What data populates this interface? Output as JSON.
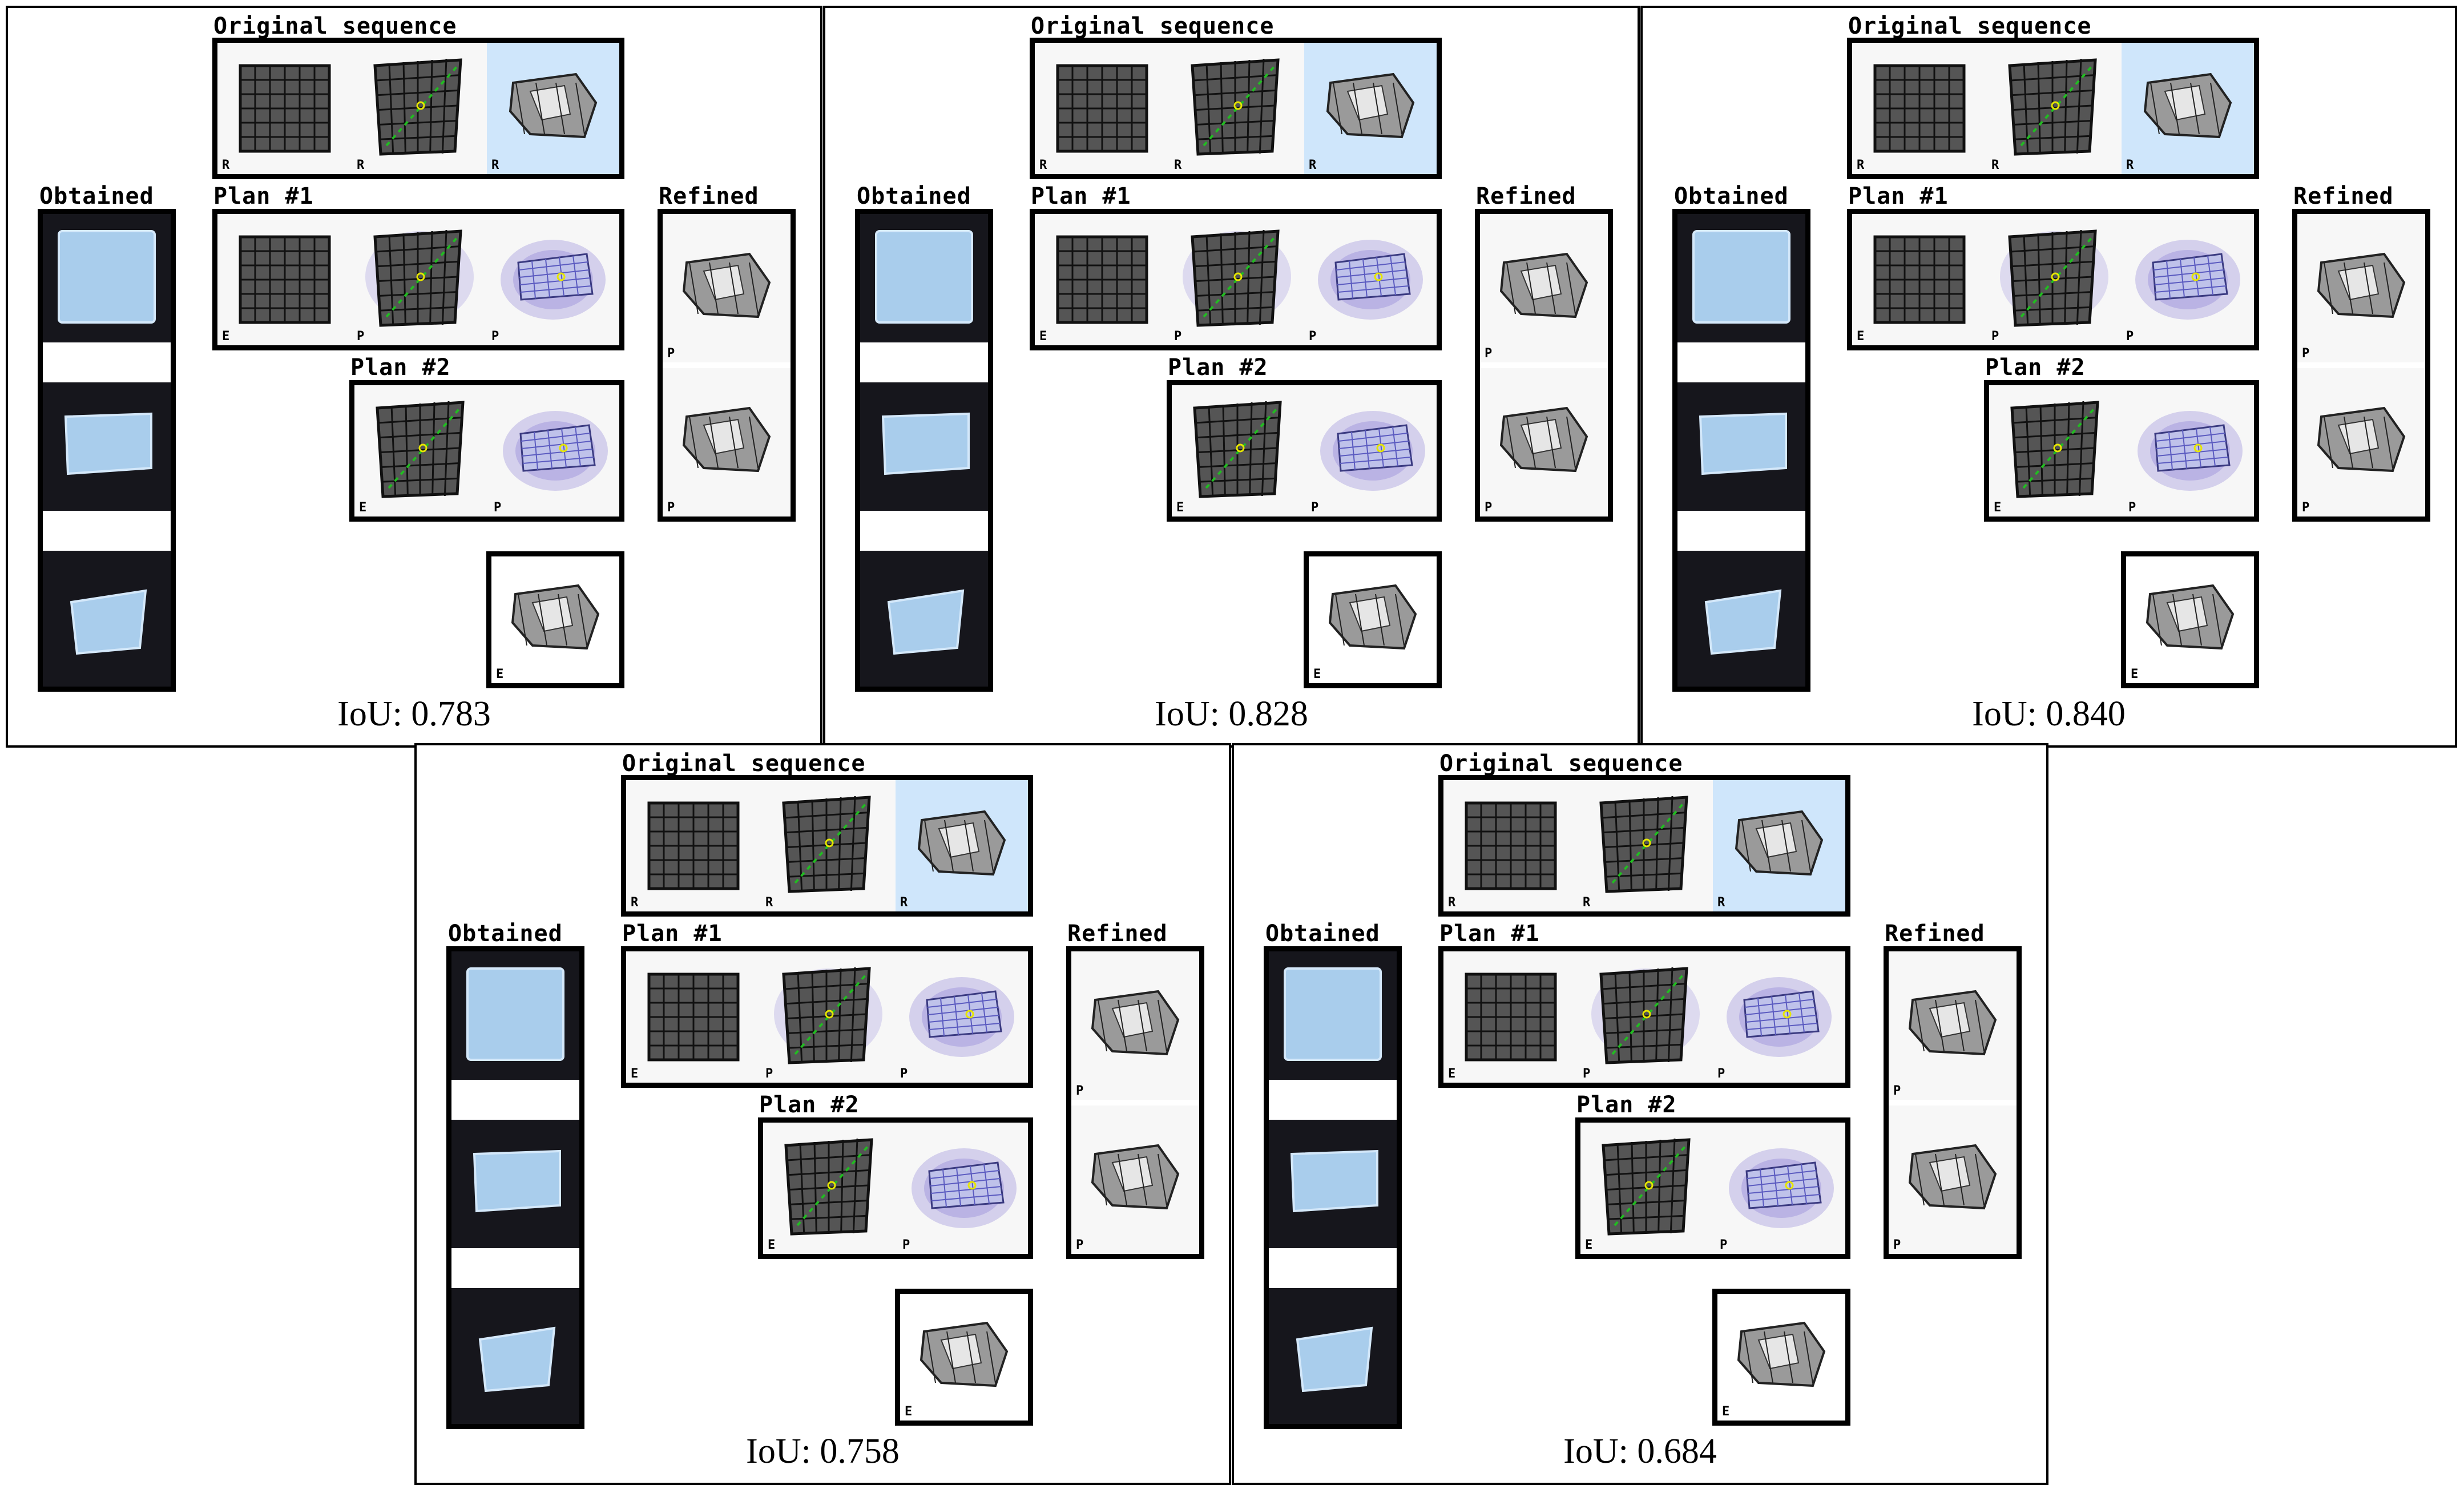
{
  "headings": {
    "original": "Original sequence",
    "obtained": "Obtained",
    "plan1": "Plan #1",
    "plan2": "Plan #2",
    "refined": "Refined"
  },
  "cell_tags": {
    "reference": "R",
    "execution": "E",
    "prediction": "P"
  },
  "colors": {
    "grid_fill": "#555555",
    "grid_line": "#111111",
    "cloth_blue": "#a9cdec",
    "cloth_photo_bg": "#16161c",
    "highlight_cell": "#cfe6fb",
    "fold_green": "#22bb22",
    "fold_red": "#dd2222",
    "uncertainty_purple": "#6a5acd",
    "marker_yellow": "#e6e600"
  },
  "panels": [
    {
      "iou": "IoU: 0.783"
    },
    {
      "iou": "IoU: 0.828"
    },
    {
      "iou": "IoU: 0.840"
    },
    {
      "iou": "IoU: 0.758"
    },
    {
      "iou": "IoU: 0.684"
    }
  ]
}
